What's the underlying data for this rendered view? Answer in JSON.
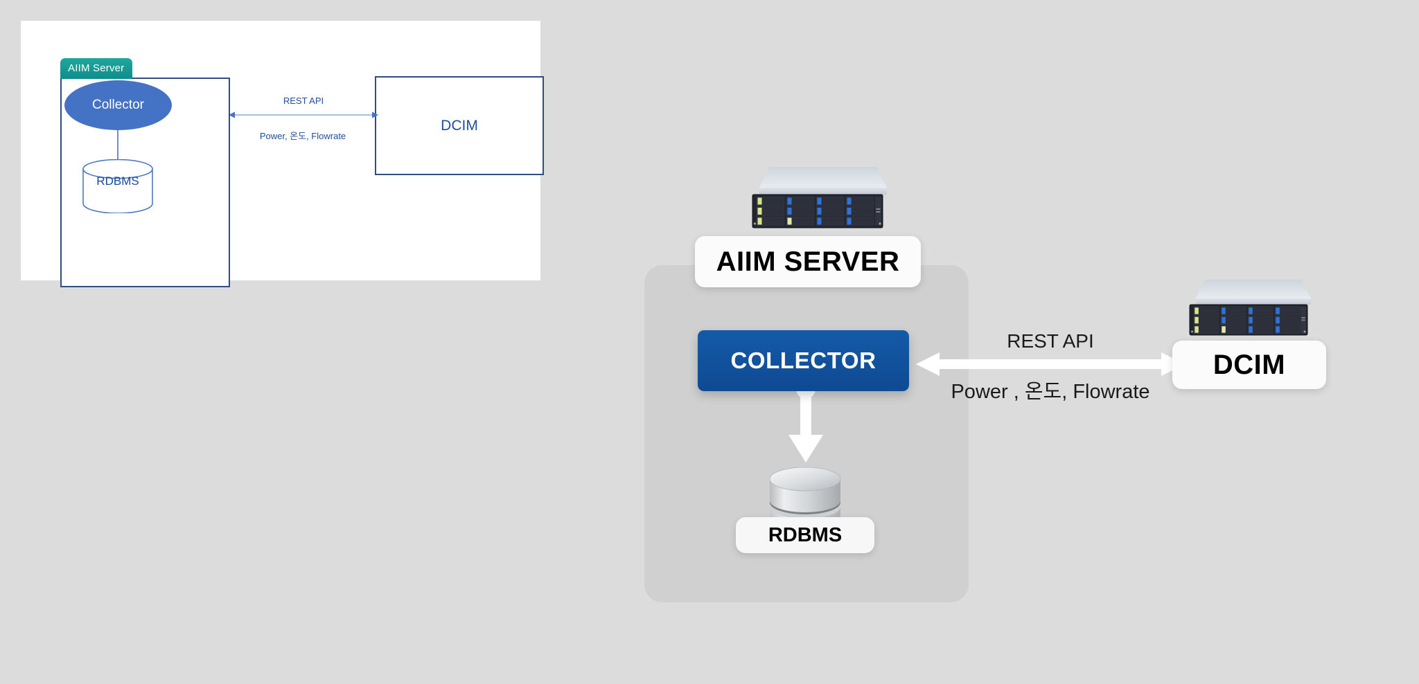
{
  "slide": {
    "tab_label": "AIIM  Server",
    "collector_label": "Collector",
    "rdbms_label": "RDBMS",
    "dcim_label": "DCIM",
    "rest_api_label": "REST API",
    "payload_label": "Power, 온도, Flowrate"
  },
  "diagram": {
    "aiim_server_label": "AIIM SERVER",
    "collector_label": "COLLECTOR",
    "rdbms_label": "RDBMS",
    "dcim_label": "DCIM",
    "rest_api_label": "REST API",
    "payload_label": "Power , 온도, Flowrate",
    "icons": {
      "server_rack_aiim": "server-rack-icon",
      "server_rack_dcim": "server-rack-icon",
      "database_cylinder": "database-cylinder-icon",
      "arrow_down": "arrow-down-icon",
      "arrow_bidirectional": "arrow-left-right-icon"
    }
  },
  "colors": {
    "page_background": "#dcdcdc",
    "card_background": "#ffffff",
    "panel_background": "#d0d0d0",
    "tab_teal": "#19a29a",
    "collector_blue_small": "#4472c4",
    "collector_blue_large": "#11509c",
    "outline_blue": "#2e4d82",
    "text_blue": "#1f4e9c",
    "pill_white": "#fbfbfb",
    "arrow_white": "#ffffff"
  }
}
